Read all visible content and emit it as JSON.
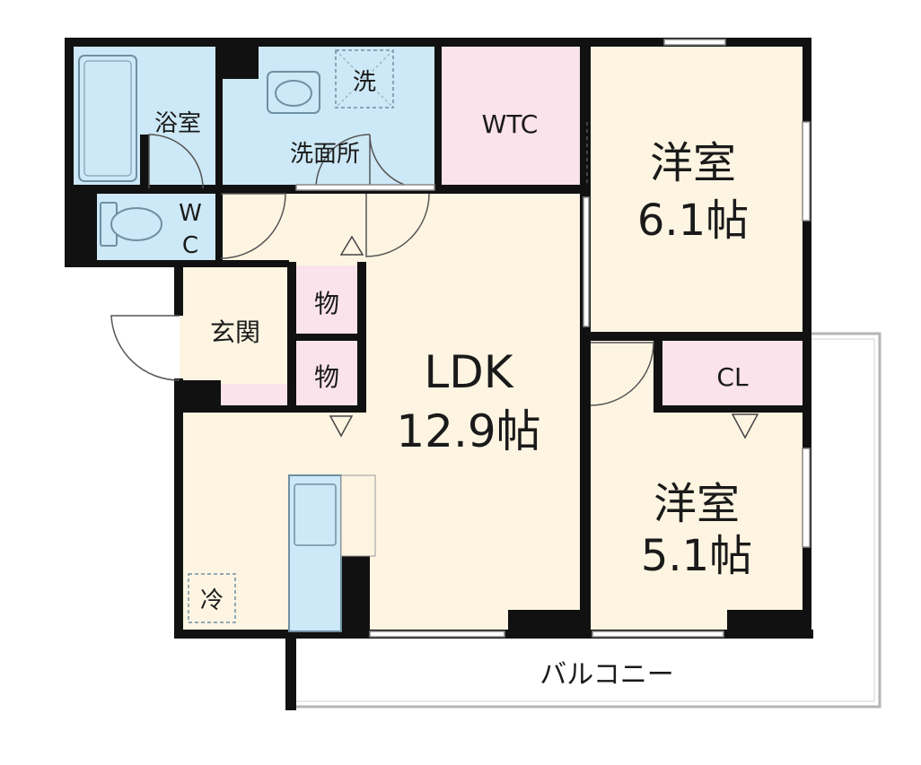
{
  "rooms": {
    "bath": {
      "name": "浴室"
    },
    "washroom": {
      "name": "洗面所"
    },
    "washer_spot": {
      "label": "洗"
    },
    "wtc": {
      "name": "WTC"
    },
    "western_north": {
      "name": "洋室",
      "size": "6.1帖"
    },
    "wc": {
      "line1": "W",
      "line2": "C"
    },
    "entrance": {
      "name": "玄関"
    },
    "storage_upper": {
      "label": "物"
    },
    "storage_lower": {
      "label": "物"
    },
    "ldk": {
      "name": "LDK",
      "size": "12.9帖"
    },
    "closet": {
      "name": "CL"
    },
    "western_south": {
      "name": "洋室",
      "size": "5.1帖"
    },
    "fridge_spot": {
      "label": "冷"
    },
    "balcony": {
      "name": "バルコニー"
    }
  },
  "colors": {
    "wall": "#111111",
    "wet_area": "#cde8f6",
    "living_floor": "#fdf5e2",
    "closet_floor": "#fbe3ec",
    "balcony_outline": "#b5b5b5"
  }
}
